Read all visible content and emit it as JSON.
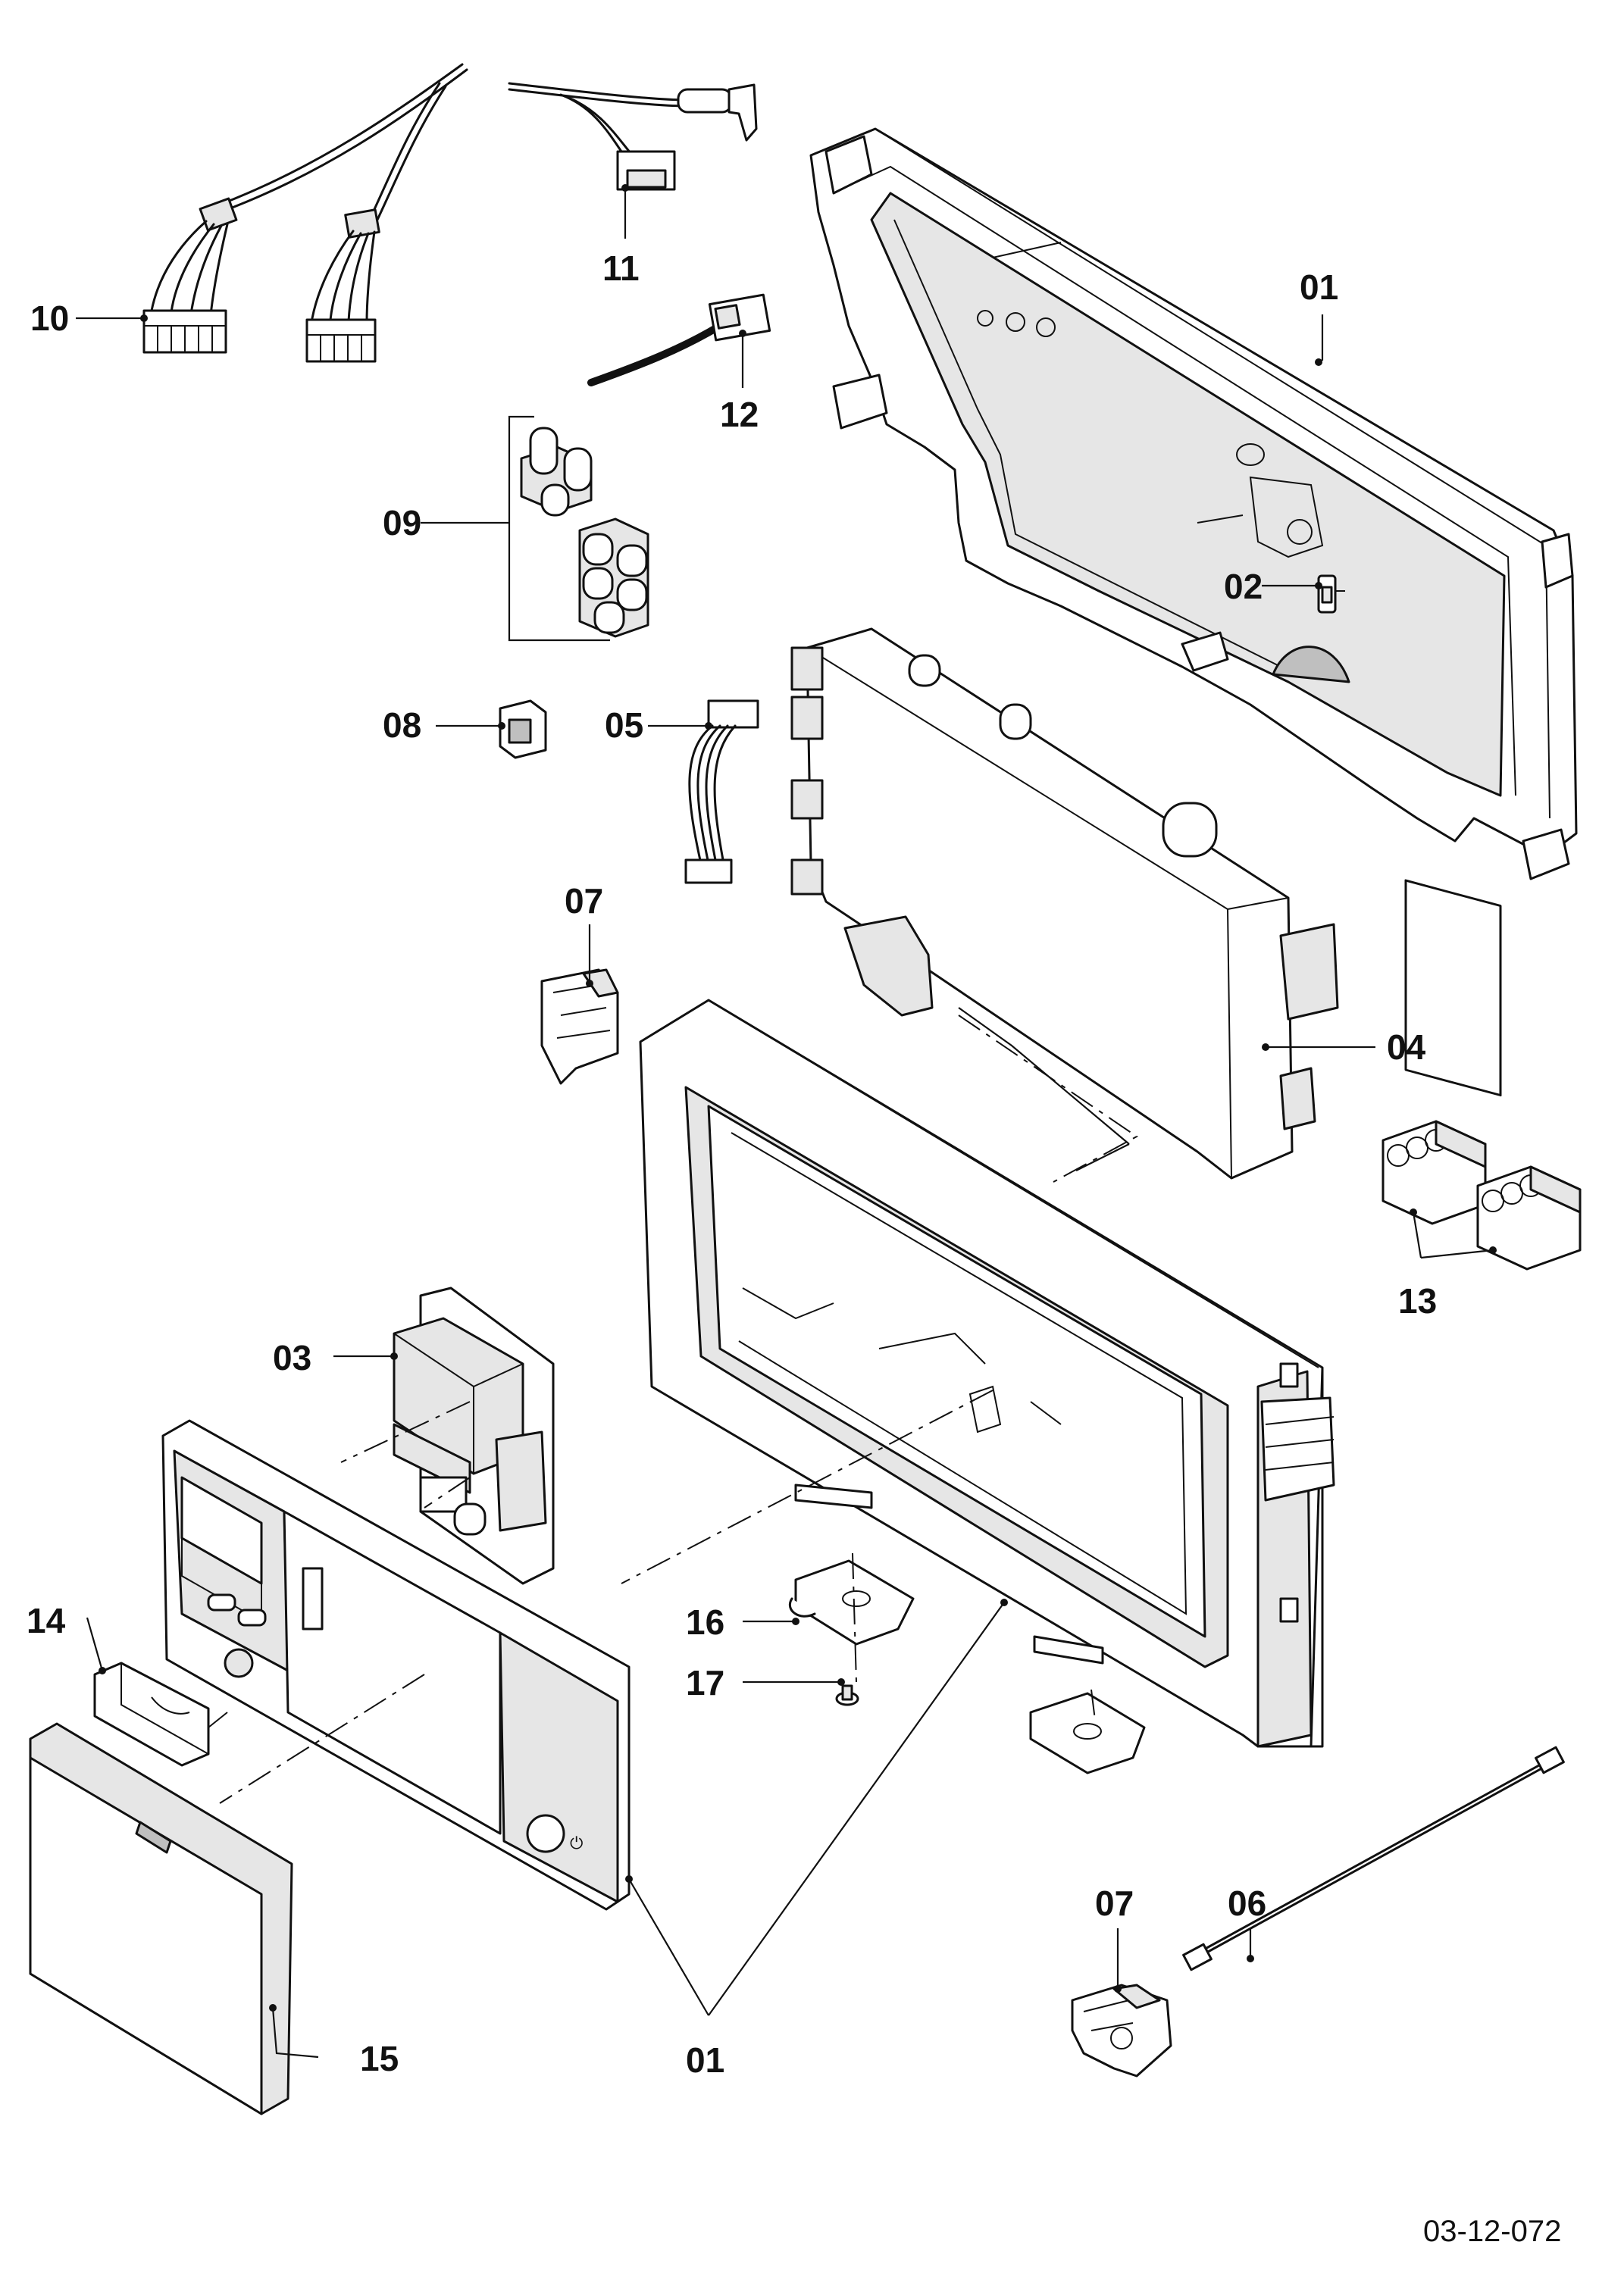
{
  "callouts": [
    {
      "id": "c01",
      "label": "01"
    },
    {
      "id": "c01b",
      "label": "01"
    },
    {
      "id": "c02",
      "label": "02"
    },
    {
      "id": "c03",
      "label": "03"
    },
    {
      "id": "c04",
      "label": "04"
    },
    {
      "id": "c05",
      "label": "05"
    },
    {
      "id": "c06",
      "label": "06"
    },
    {
      "id": "c07",
      "label": "07"
    },
    {
      "id": "c07b",
      "label": "07"
    },
    {
      "id": "c08",
      "label": "08"
    },
    {
      "id": "c09",
      "label": "09"
    },
    {
      "id": "c10",
      "label": "10"
    },
    {
      "id": "c11",
      "label": "11"
    },
    {
      "id": "c12",
      "label": "12"
    },
    {
      "id": "c13",
      "label": "13"
    },
    {
      "id": "c14",
      "label": "14"
    },
    {
      "id": "c15",
      "label": "15"
    },
    {
      "id": "c16",
      "label": "16"
    },
    {
      "id": "c17",
      "label": "17"
    }
  ],
  "drawing_number": "03-12-072",
  "colors": {
    "line": "#111111",
    "background": "#ffffff",
    "shade": "#e6e6e6"
  }
}
